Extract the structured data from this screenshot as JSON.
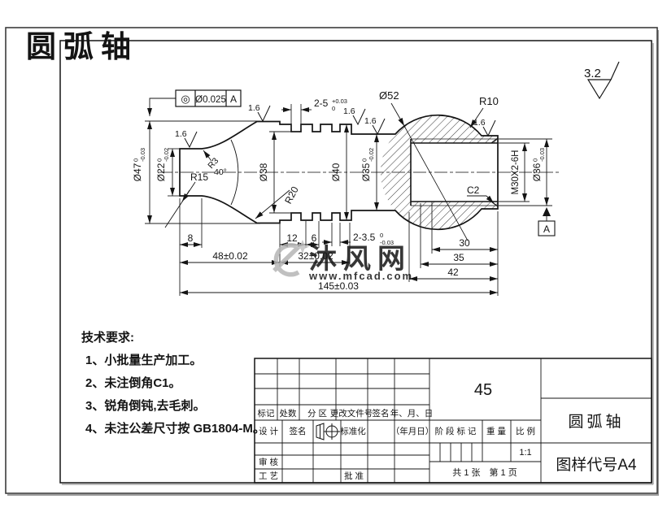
{
  "page_title": "圆弧轴",
  "surface_finish": {
    "corner": "3.2",
    "general": "1.6"
  },
  "gdt": {
    "symbol": "◎",
    "tolerance": "Ø0.025",
    "datum": "A",
    "datum_flag": "A"
  },
  "dims": {
    "d52": "Ø52",
    "r10": "R10",
    "r15": "R15",
    "r20": "R20",
    "r3": "R3",
    "angle40": "40°",
    "d47": {
      "v": "Ø47",
      "up": "0",
      "dn": "-0.03"
    },
    "d22": {
      "v": "Ø22",
      "up": "0",
      "dn": "-0.02"
    },
    "d38": "Ø38",
    "d40": "Ø40",
    "d35": {
      "v": "Ø35",
      "up": "0",
      "dn": "-0.02"
    },
    "d36": {
      "v": "Ø36",
      "up": "0",
      "dn": "-0.03"
    },
    "thread": "M30X2-6H",
    "c2": "C2",
    "slot5": {
      "v": "2-5",
      "up": "+0.03",
      "dn": "0"
    },
    "slot35": {
      "v": "2-3.5",
      "up": "0",
      "dn": "-0.03"
    },
    "len8": "8",
    "len12": "12",
    "len6": "6",
    "len30": "30",
    "len35": "35",
    "len42": "42",
    "len48": "48±0.02",
    "len32": "32±0.02",
    "len145": "145±0.03"
  },
  "tech": {
    "title": "技术要求:",
    "items": [
      "1、小批量生产加工。",
      "2、未注倒角C1。",
      "3、锐角倒钝,去毛刺。",
      "4、未注公差尺寸按 GB1804-M。"
    ]
  },
  "watermark": {
    "site": "沐风网",
    "url": "www.mfcad.com"
  },
  "tb": {
    "material": "45",
    "col_mark": "标记",
    "col_count": "处数",
    "col_zone": "分 区",
    "col_doc": "更改文件号",
    "col_sign": "签名",
    "col_date": "年、月、日",
    "design": "设 计",
    "sign2": "签名",
    "standardize": "标准化",
    "date2": "（年月日）",
    "check": "审 核",
    "craft": "工 艺",
    "approve": "批 准",
    "stage": "阶 段 标 记",
    "weight": "重 量",
    "scale": "比 例",
    "scale_val": "1:1",
    "sheet": "共 1 张　第 1 页",
    "name": "圆弧轴",
    "code": "图样代号A4"
  },
  "colors": {
    "title_red": "#c01212",
    "watermark_gray": "#b6b6b6"
  }
}
